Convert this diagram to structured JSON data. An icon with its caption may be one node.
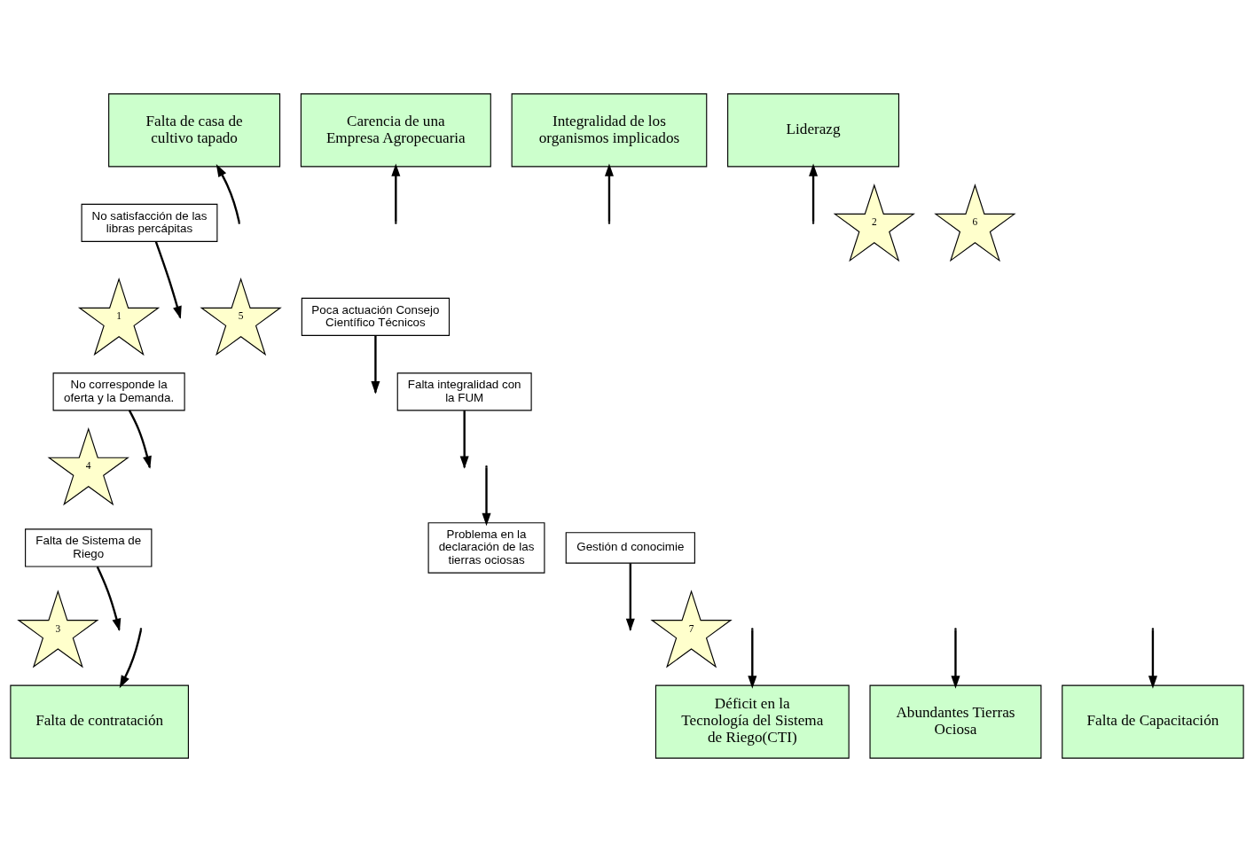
{
  "diagram": {
    "nodes": [
      {
        "text": [
          "Falta de casa de cultivo tapado"
        ]
      },
      {
        "text": [
          "Carencia de una Empresa Agropecuaria"
        ]
      },
      {
        "text": [
          "Integralidad de los organismos implicados"
        ]
      },
      {
        "text": [
          "Liderazg"
        ]
      },
      {
        "text": [
          "No satisfacción de las libras percápitas"
        ]
      },
      {
        "text": [
          "2"
        ]
      },
      {
        "text": [
          "6"
        ]
      },
      {
        "text": [
          "1"
        ]
      },
      {
        "text": [
          "5"
        ]
      },
      {
        "text": [
          "Poca actuación Consejo Científico Técnicos"
        ]
      },
      {
        "text": [
          "No corresponde la oferta y la Demanda."
        ]
      },
      {
        "text": [
          "Falta integralidad con la FUM"
        ]
      },
      {
        "text": [
          "4"
        ]
      },
      {
        "text": [
          "Falta de Sistema de Riego"
        ]
      },
      {
        "text": [
          "Problema en la declaración de las tierras ociosas"
        ]
      },
      {
        "text": [
          "Gestión d conocimie"
        ]
      },
      {
        "text": [
          "3"
        ]
      },
      {
        "text": [
          "7"
        ]
      },
      {
        "text": [
          "Falta de contratación"
        ]
      },
      {
        "text": [
          "Déficit en la Tecnología del Sistema de Riego(CTI)"
        ]
      },
      {
        "text": [
          "Abundantes Tierras Ociosa"
        ]
      },
      {
        "text": [
          "Falta de Capacitación"
        ]
      }
    ],
    "edges": [
      {
        "from": null,
        "to": 0,
        "arrow": "to"
      },
      {
        "from": null,
        "to": 1,
        "arrow": "to"
      },
      {
        "from": null,
        "to": 2,
        "arrow": "to"
      },
      {
        "from": null,
        "to": 3,
        "arrow": "to"
      },
      {
        "from": 4,
        "to": null,
        "arrow": "to"
      },
      {
        "from": 9,
        "to": null,
        "arrow": "to"
      },
      {
        "from": 10,
        "to": null,
        "arrow": "to"
      },
      {
        "from": 11,
        "to": null,
        "arrow": "to"
      },
      {
        "from": 13,
        "to": null,
        "arrow": "to"
      },
      {
        "from": null,
        "to": 14,
        "arrow": "to"
      },
      {
        "from": 15,
        "to": null,
        "arrow": "to"
      },
      {
        "from": null,
        "to": 18,
        "arrow": "to"
      },
      {
        "from": null,
        "to": 19,
        "arrow": "to"
      },
      {
        "from": null,
        "to": 20,
        "arrow": "to"
      },
      {
        "from": null,
        "to": 21,
        "arrow": "to"
      }
    ]
  }
}
